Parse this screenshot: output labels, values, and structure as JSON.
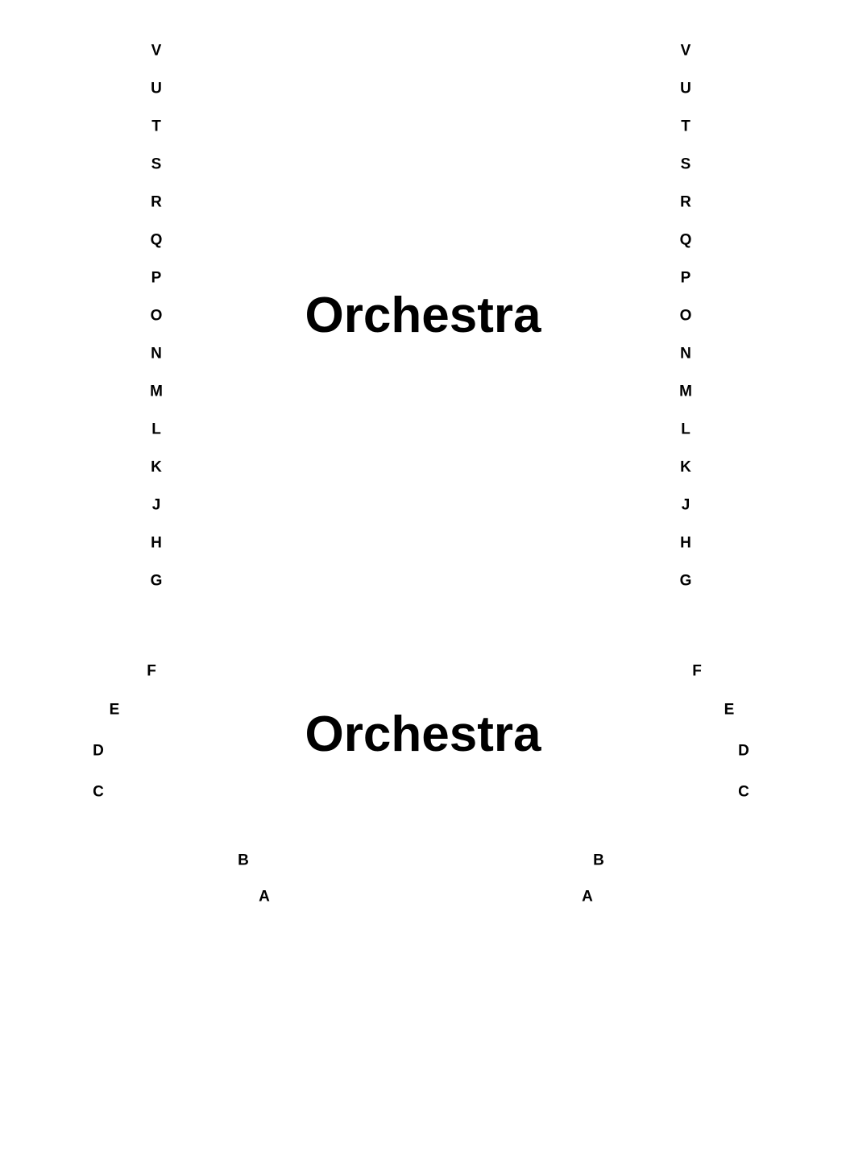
{
  "sections": [
    {
      "title": "Orchestra",
      "left_rows": [
        "V",
        "U",
        "T",
        "S",
        "R",
        "Q",
        "P",
        "O",
        "N",
        "M",
        "L",
        "K",
        "J",
        "H",
        "G"
      ],
      "right_rows": [
        "V",
        "U",
        "T",
        "S",
        "R",
        "Q",
        "P",
        "O",
        "N",
        "M",
        "L",
        "K",
        "J",
        "H",
        "G"
      ]
    },
    {
      "title": "Orchestra",
      "left_rows": [
        "F",
        "E",
        "D",
        "C",
        "B",
        "A"
      ],
      "right_rows": [
        "F",
        "E",
        "D",
        "C",
        "B",
        "A"
      ]
    }
  ]
}
